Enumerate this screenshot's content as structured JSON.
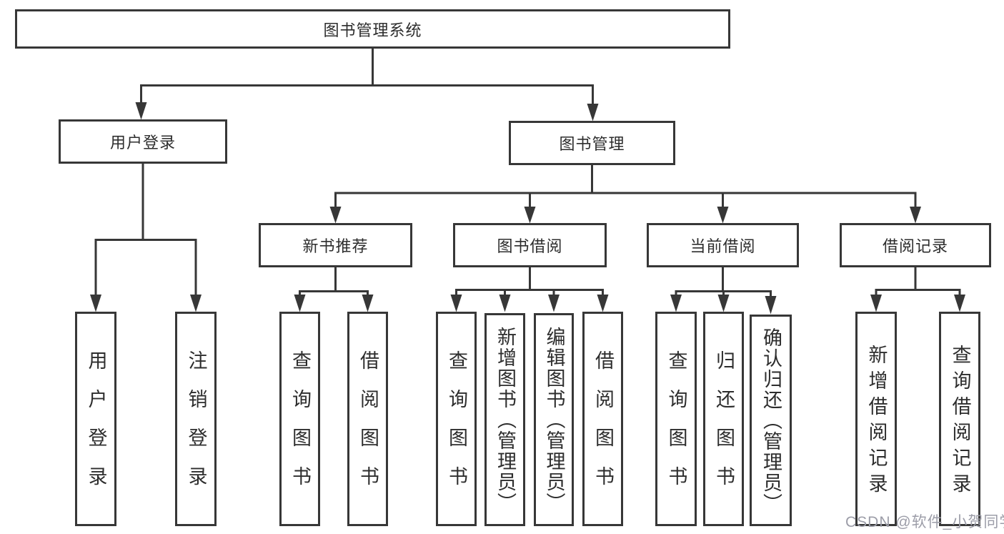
{
  "root": {
    "label": "图书管理系统"
  },
  "branches": [
    {
      "label": "用户登录",
      "children": [
        {
          "label": "用户登录"
        },
        {
          "label": "注销登录"
        }
      ]
    },
    {
      "label": "图书管理",
      "children": [
        {
          "label": "新书推荐",
          "children": [
            {
              "label": "查询图书"
            },
            {
              "label": "借阅图书"
            }
          ]
        },
        {
          "label": "图书借阅",
          "children": [
            {
              "label": "查询图书"
            },
            {
              "label": "新增图书（管理员）"
            },
            {
              "label": "编辑图书（管理员）"
            },
            {
              "label": "借阅图书"
            }
          ]
        },
        {
          "label": "当前借阅",
          "children": [
            {
              "label": "查询图书"
            },
            {
              "label": "归还图书"
            },
            {
              "label": "确认归还（管理员）"
            }
          ]
        },
        {
          "label": "借阅记录",
          "children": [
            {
              "label": "新增借阅记录"
            },
            {
              "label": "查询借阅记录"
            }
          ]
        }
      ]
    }
  ],
  "watermark": {
    "text": "CSDN @软件_小贺同学"
  },
  "colors": {
    "line": "#373737",
    "text": "#2d2d2d",
    "watermark": "#9c9da8",
    "background": "#ffffff"
  }
}
